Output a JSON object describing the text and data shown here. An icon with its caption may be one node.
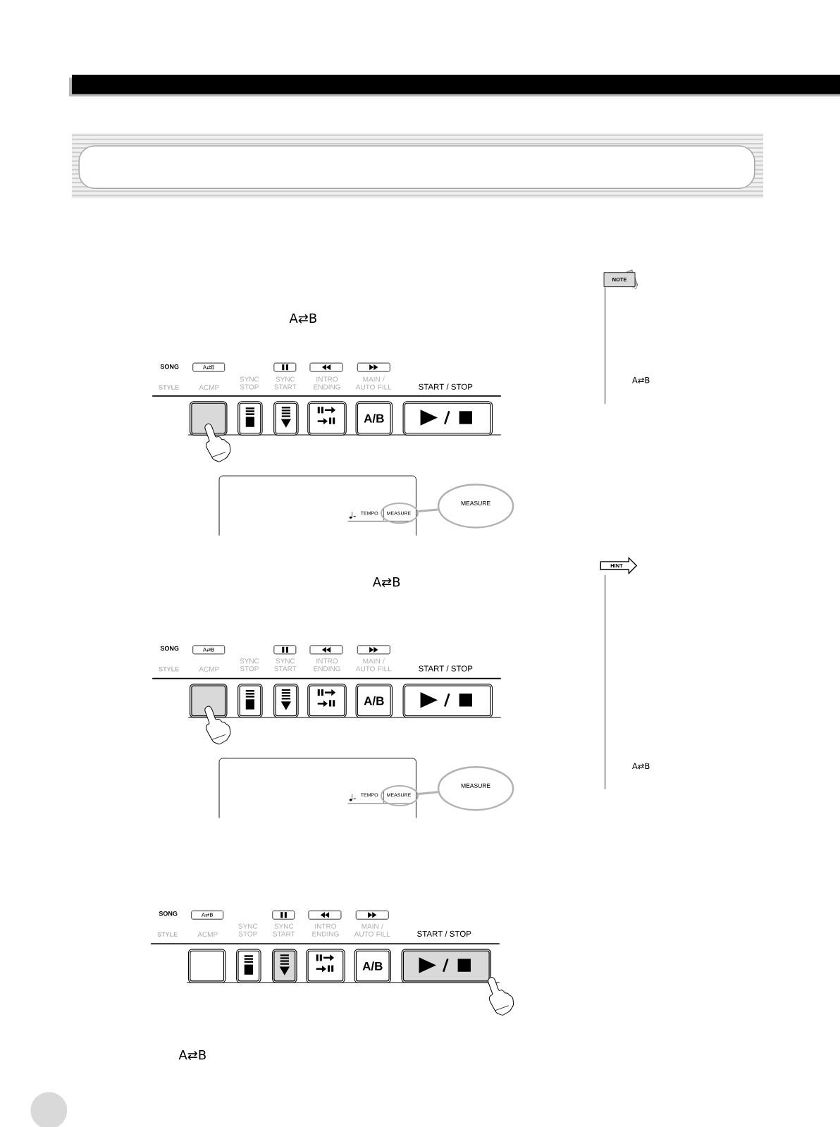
{
  "diagram": {
    "nodes": [
      {
        "text": [
          "NOTE"
        ]
      },
      {
        "text": [
          "A⇄B"
        ]
      },
      {
        "text": [],
        "shape": "box"
      },
      {
        "text": [],
        "shape": "box"
      },
      {
        "text": [],
        "shape": "box"
      },
      {
        "text": [],
        "shape": "box"
      },
      {
        "text": [],
        "shape": "box"
      },
      {
        "text": [],
        "shape": "box"
      },
      {
        "text": [],
        "shape": "box"
      },
      {
        "text": [
          "A/B"
        ]
      },
      {
        "text": [],
        "shape": "box"
      },
      {
        "text": [
          "MEASURE"
        ]
      },
      {
        "text": [],
        "shape": "circle"
      },
      {
        "text": [
          "HINT"
        ]
      },
      {
        "text": [
          "A⇄B"
        ]
      },
      {
        "text": [],
        "shape": "box"
      },
      {
        "text": [],
        "shape": "box"
      },
      {
        "text": [],
        "shape": "box"
      },
      {
        "text": [],
        "shape": "box"
      },
      {
        "text": [],
        "shape": "box"
      },
      {
        "text": [],
        "shape": "box"
      },
      {
        "text": [],
        "shape": "box"
      },
      {
        "text": [
          "A/B"
        ]
      },
      {
        "text": [],
        "shape": "box"
      },
      {
        "text": [
          "MEASURE"
        ]
      },
      {
        "text": [],
        "shape": "circle"
      },
      {
        "text": [
          "A⇄B"
        ]
      },
      {
        "text": [],
        "shape": "box"
      },
      {
        "text": [],
        "shape": "box"
      },
      {
        "text": [],
        "shape": "box"
      },
      {
        "text": [],
        "shape": "box"
      },
      {
        "text": [],
        "shape": "box"
      },
      {
        "text": [],
        "shape": "box"
      },
      {
        "text": [],
        "shape": "box"
      },
      {
        "text": [
          "A/B"
        ]
      },
      {
        "text": [],
        "shape": "box"
      }
    ],
    "edges": [
      {
        "from": 11,
        "to": 12,
        "arrow": "none"
      },
      {
        "from": 24,
        "to": 25,
        "arrow": "none"
      }
    ],
    "labels": [
      "A⇄B",
      "A⇄B",
      "SONG",
      "STYLE",
      "ACMP",
      "SYNC STOP",
      "SYNC START",
      "INTRO ENDING",
      "MAIN / AUTO FILL",
      "START / STOP",
      "TEMPO",
      "MEASURE",
      "A⇄B",
      "SONG",
      "STYLE",
      "ACMP",
      "SYNC STOP",
      "SYNC START",
      "INTRO ENDING",
      "MAIN / AUTO FILL",
      "START / STOP",
      "TEMPO",
      "MEASURE",
      "A⇄B",
      "SONG",
      "STYLE",
      "ACMP",
      "SYNC STOP",
      "SYNC START",
      "INTRO ENDING",
      "MAIN / AUTO FILL",
      "START / STOP",
      "A⇄B"
    ]
  }
}
